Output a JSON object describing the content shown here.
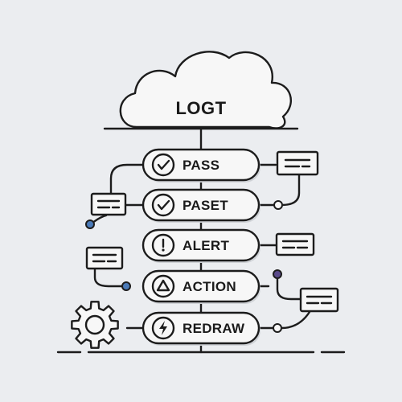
{
  "diagram": {
    "cloud_label": "LOGT",
    "items": [
      {
        "label": "PASS",
        "icon": "check-circle-icon"
      },
      {
        "label": "PASET",
        "icon": "check-circle-icon"
      },
      {
        "label": "ALERT",
        "icon": "exclamation-circle-icon"
      },
      {
        "label": "ACTION",
        "icon": "triangle-circle-icon"
      },
      {
        "label": "REDRAW",
        "icon": "lightning-circle-icon"
      }
    ],
    "colors": {
      "background": "#ebedf0",
      "outline": "#1c1c1c",
      "node_blue": "#4a7ab8",
      "node_purple": "#5a4a8a",
      "pill_fill": "#f7f7f7",
      "pill_shadow": "#cfd2d6"
    }
  }
}
